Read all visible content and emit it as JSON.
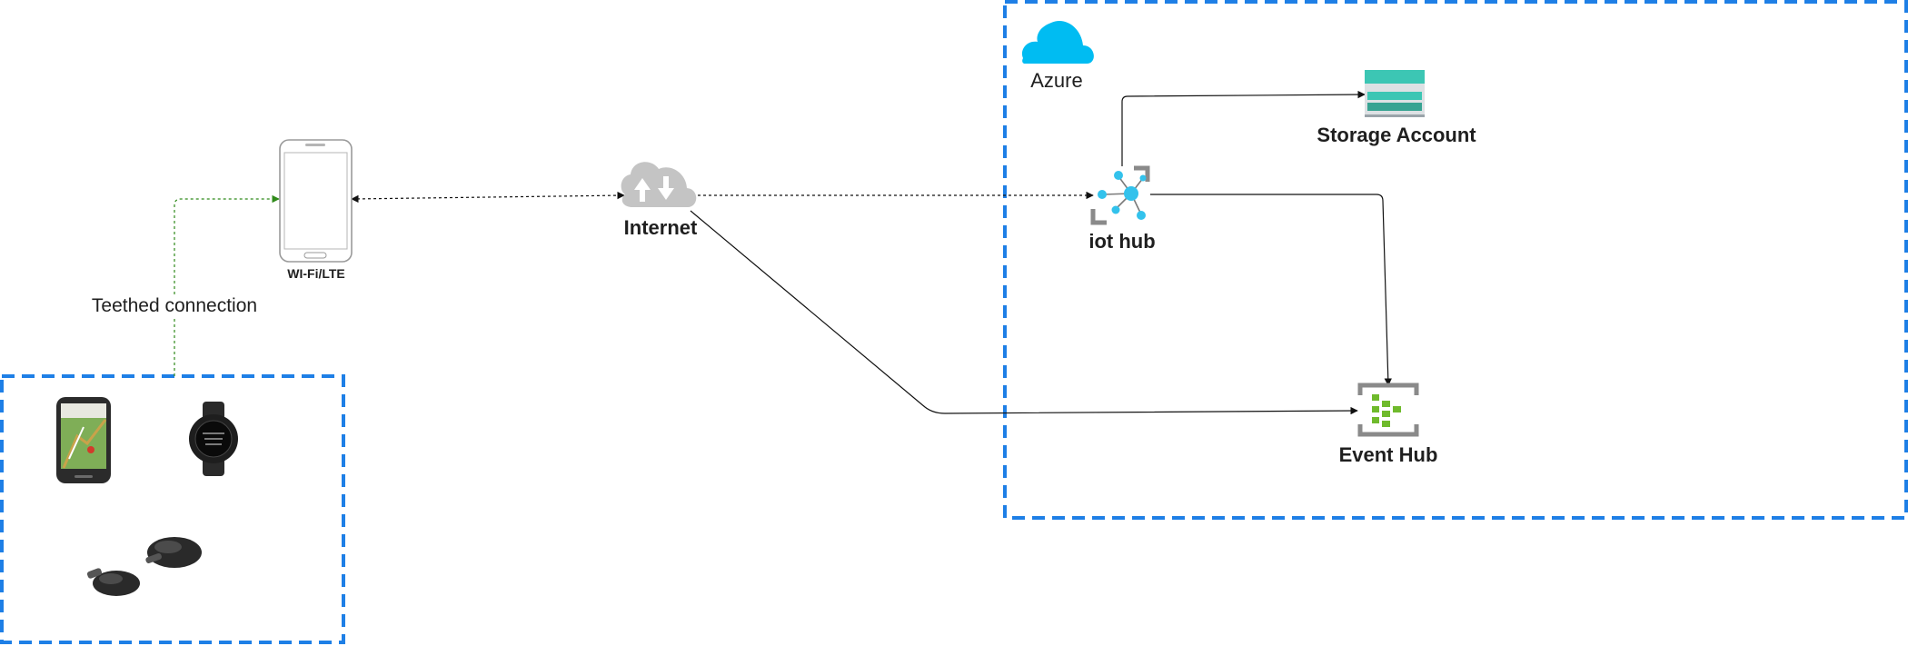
{
  "labels": {
    "azure": "Azure",
    "storage_account": "Storage Account",
    "iot_hub": "iot hub",
    "internet": "Internet",
    "event_hub": "Event Hub",
    "phone": "WI-Fi/LTE",
    "tethered": "Teethed connection"
  },
  "colors": {
    "group_border": "#1e7fe6",
    "tether_line": "#2f8a1a",
    "azure_cloud": "#00bcf2",
    "internet_cloud": "#c4c4c4",
    "storage_teal": "#3cc6b4",
    "iot_cyan": "#33c2ec",
    "event_green": "#6fba2c",
    "frame_gray": "#8a8a8a"
  },
  "icons": {
    "azure": "azure-cloud-icon",
    "storage_account": "storage-account-icon",
    "iot_hub": "iot-hub-icon",
    "event_hub": "event-hub-icon",
    "internet": "internet-cloud-icon",
    "phone": "smartphone-icon",
    "devices": [
      "bike-computer-icon",
      "smartwatch-icon",
      "power-pedals-icon"
    ]
  }
}
